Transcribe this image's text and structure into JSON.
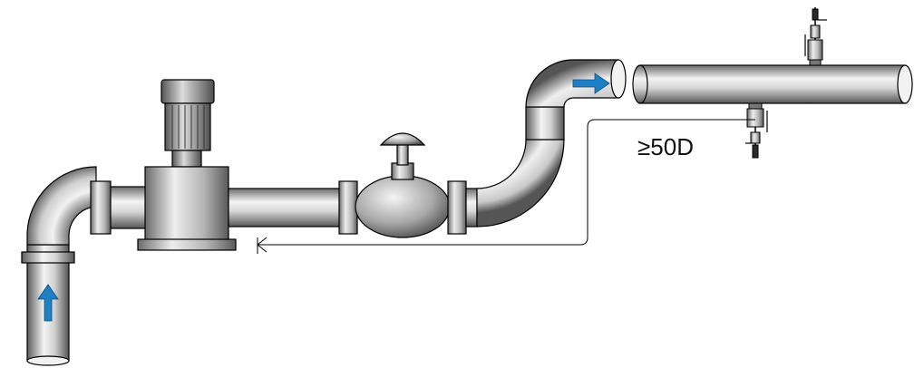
{
  "diagram": {
    "dimension_label": "≥50D",
    "flow_direction_icons": [
      "inlet-flow-arrow-icon",
      "outlet-flow-arrow-icon"
    ],
    "components": [
      "inlet-vertical-pipe",
      "inlet-elbow",
      "pump-motor",
      "pump-body",
      "gate-valve",
      "riser-bend",
      "main-horizontal-pipe",
      "sampling-probe-top",
      "sampling-probe-bottom",
      "distance-dimension-line"
    ],
    "colors": {
      "flow_arrow": "#1f7fc4",
      "pipe_dark": "#5a5a5a",
      "pipe_light": "#f2f2f2",
      "outline": "#000000"
    }
  }
}
